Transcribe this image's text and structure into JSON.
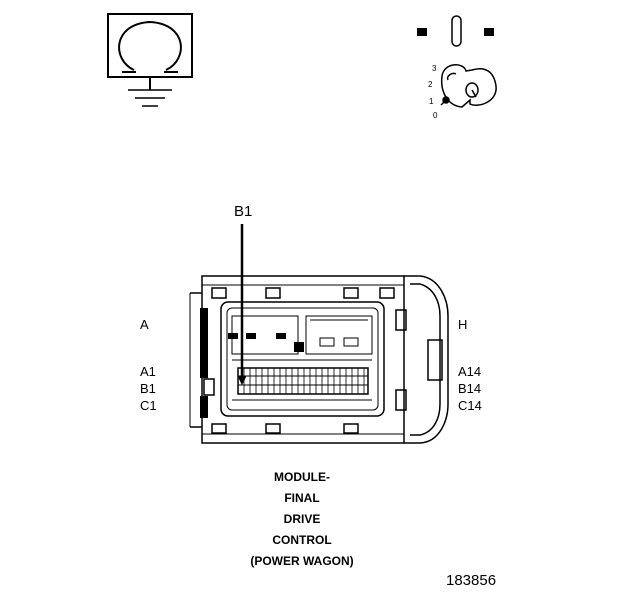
{
  "callout": "B1",
  "labels": {
    "a": "A",
    "h": "H",
    "a1": "A1",
    "b1": "B1",
    "c1": "C1",
    "a14": "A14",
    "b14": "B14",
    "c14": "C14"
  },
  "key_positions": [
    "3",
    "2",
    "1",
    "0"
  ],
  "caption": [
    "MODULE-",
    "FINAL",
    "DRIVE",
    "CONTROL",
    "(POWER WAGON)"
  ],
  "figure_number": "183856"
}
